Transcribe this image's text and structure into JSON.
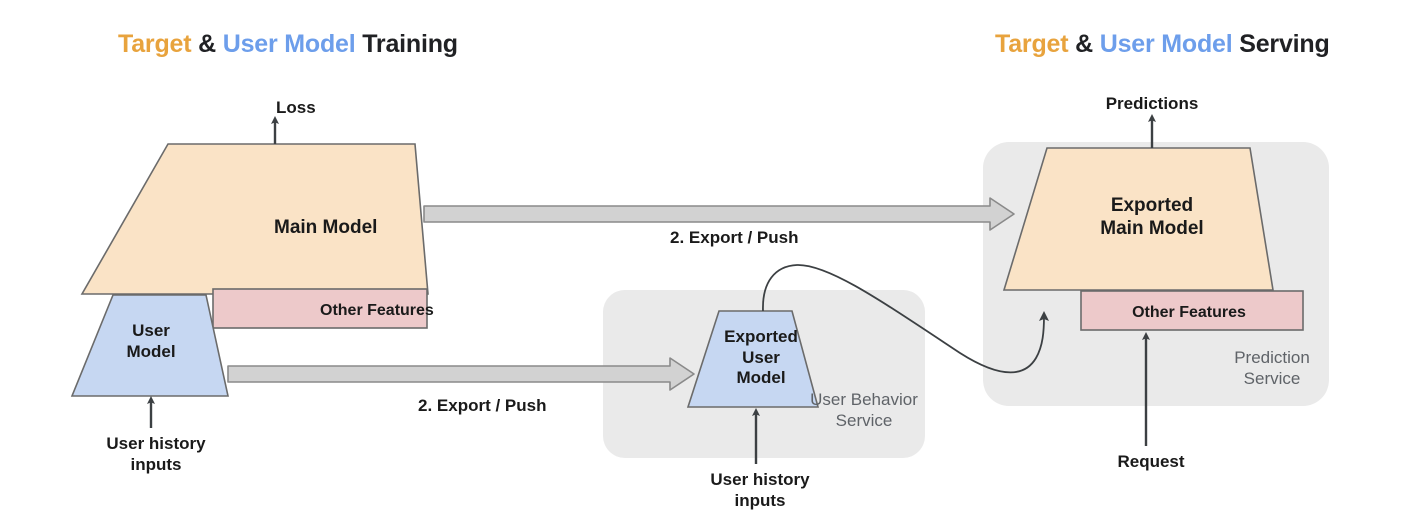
{
  "titles": {
    "training": {
      "target": "Target",
      "amp": " & ",
      "user_model": "User Model",
      "suffix": " Training"
    },
    "serving": {
      "target": "Target",
      "amp": " & ",
      "user_model": "User Model",
      "suffix": " Serving"
    }
  },
  "colors": {
    "target_orange": "#e8a33d",
    "user_model_blue": "#6d9eeb",
    "text_dark": "#202124",
    "model_fill_peach": "#fae3c6",
    "model_fill_blue": "#c6d7f2",
    "features_fill_pink": "#edc9ca",
    "service_bg_gray": "#eaeaea",
    "shape_stroke": "#6b6b6b",
    "arrow_fill_gray": "#d2d2d2",
    "arrow_stroke_gray": "#8a8a8a",
    "thin_arrow": "#3c4043",
    "service_label_gray": "#5f6368",
    "page_bg": "#ffffff"
  },
  "training": {
    "loss_label": "Loss",
    "main_model_label": "Main Model",
    "other_features_label": "Other Features",
    "user_model_label": "User\nModel",
    "user_model_label_line1": "User",
    "user_model_label_line2": "Model",
    "user_history_line1": "User history",
    "user_history_line2": "inputs"
  },
  "arrows": {
    "export_push_top": "2. Export / Push",
    "export_push_bottom": "2. Export / Push"
  },
  "user_behavior_service": {
    "service_label_line1": "User Behavior",
    "service_label_line2": "Service",
    "exported_user_model_line1": "Exported",
    "exported_user_model_line2": "User",
    "exported_user_model_line3": "Model",
    "user_history_line1": "User history",
    "user_history_line2": "inputs"
  },
  "prediction_service": {
    "service_label_line1": "Prediction",
    "service_label_line2": "Service",
    "predictions_label": "Predictions",
    "exported_main_model_line1": "Exported",
    "exported_main_model_line2": "Main Model",
    "other_features_label": "Other Features",
    "request_label": "Request"
  },
  "icons": {
    "up_arrow": "thin-up-arrow-icon",
    "block_arrow": "block-right-arrow-icon",
    "curved_arrow": "curved-arrow-icon"
  }
}
